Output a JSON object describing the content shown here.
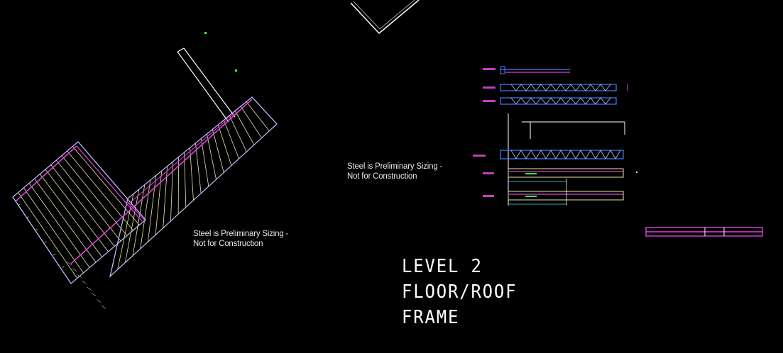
{
  "drawing": {
    "notes": [
      {
        "line1": "Steel is Preliminary Sizing -",
        "line2": "Not for Construction"
      },
      {
        "line1": "Steel is Preliminary Sizing -",
        "line2": "Not for Construction"
      }
    ],
    "title_block": {
      "line1": "LEVEL 2",
      "line2": "FLOOR/ROOF",
      "line3": "FRAME"
    },
    "colors": {
      "background": "#000000",
      "joist": "#e8e8a0",
      "beam": "#e040e0",
      "outline": "#c0c0ff",
      "frame_line": "#ffffff",
      "member": "#4080ff",
      "dimension": "#40e0ff",
      "text_green": "#40ff40"
    }
  }
}
